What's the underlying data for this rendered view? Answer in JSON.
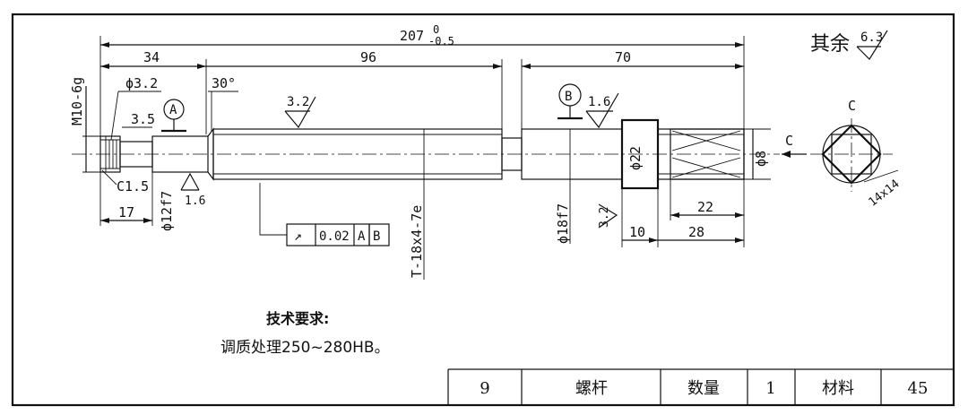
{
  "roughness_note": {
    "prefix": "其余",
    "value": "6.3"
  },
  "dimensions": {
    "overall": "207",
    "overall_tol_upper": "0",
    "overall_tol_lower": "-0.5",
    "left_section": "34",
    "mid_section": "96",
    "right_section": "70",
    "thread": "M10-6g",
    "hole_dia": "ϕ3.2",
    "step": "3.5",
    "chamfer_angle": "30°",
    "chamfer": "C1.5",
    "len17": "17",
    "journal_left": "ϕ12f7",
    "trapezoid_thread": "T-18x4-7e",
    "journal_right": "ϕ18f7",
    "collar_dia": "ϕ22",
    "end_dia": "ϕ8",
    "len10": "10",
    "len22": "22",
    "len28": "28",
    "square": "14x14"
  },
  "roughness": {
    "r1": "3.2",
    "r2": "1.6",
    "r3": "1.6",
    "r4": "3.2"
  },
  "datums": {
    "a": "A",
    "b": "B"
  },
  "view": {
    "label": "C",
    "arrow_label": "C"
  },
  "tolerance_frame": {
    "symbol": "↗",
    "value": "0.02",
    "datum1": "A",
    "datum2": "B"
  },
  "notes": {
    "heading": "技术要求:",
    "body": "调质处理250~280HB。"
  },
  "title_block": {
    "number": "9",
    "name": "螺杆",
    "qty_label": "数量",
    "qty": "1",
    "material_label": "材料",
    "material": "45"
  }
}
